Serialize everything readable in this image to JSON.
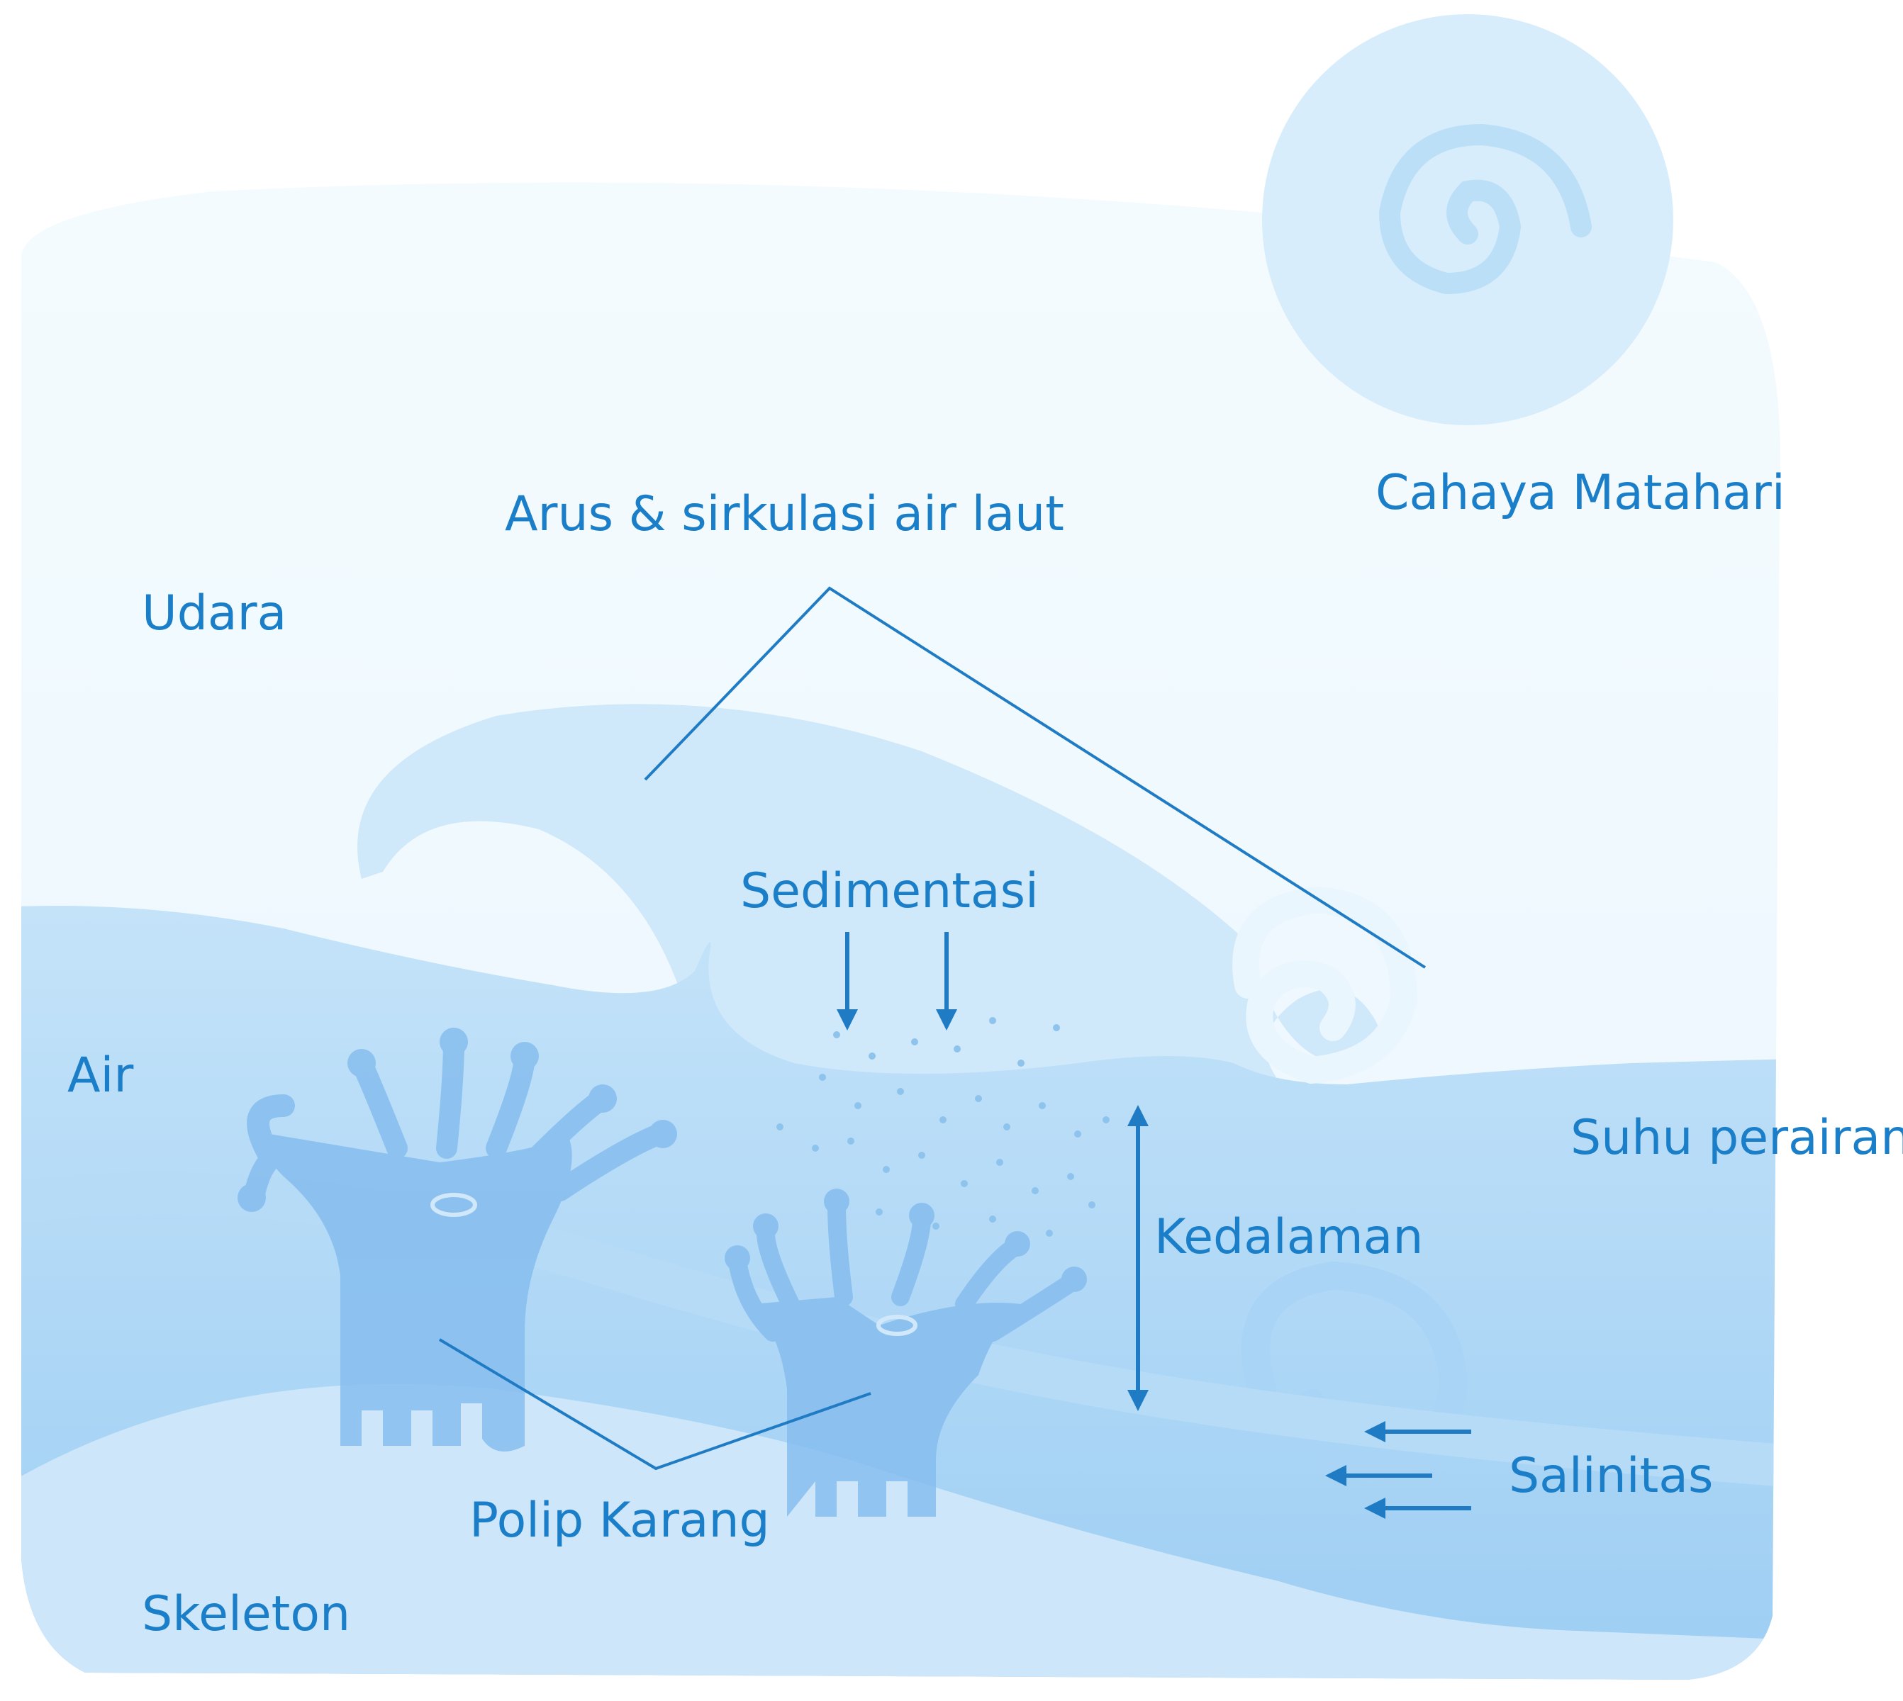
{
  "labels": {
    "arus": "Arus & sirkulasi air laut",
    "cahaya": "Cahaya Matahari",
    "udara": "Udara",
    "sedimentasi": "Sedimentasi",
    "air": "Air",
    "suhu": "Suhu perairan",
    "kedalaman": "Kedalaman",
    "salinitas": "Salinitas",
    "polip": "Polip Karang",
    "skeleton": "Skeleton"
  },
  "colors": {
    "label": "#1a7fc8",
    "line": "#1f7cc4",
    "sky": "#eef8fd",
    "water": "#bfe0f8",
    "deep_water": "#8fc6f1",
    "coral": "#86bdee",
    "sun": "#d4ebfb"
  },
  "icons": {
    "sun": "spiral-sun-icon",
    "sediment": "down-arrow-icon",
    "depth": "double-arrow-icon",
    "salinity": "left-arrow-icon"
  }
}
